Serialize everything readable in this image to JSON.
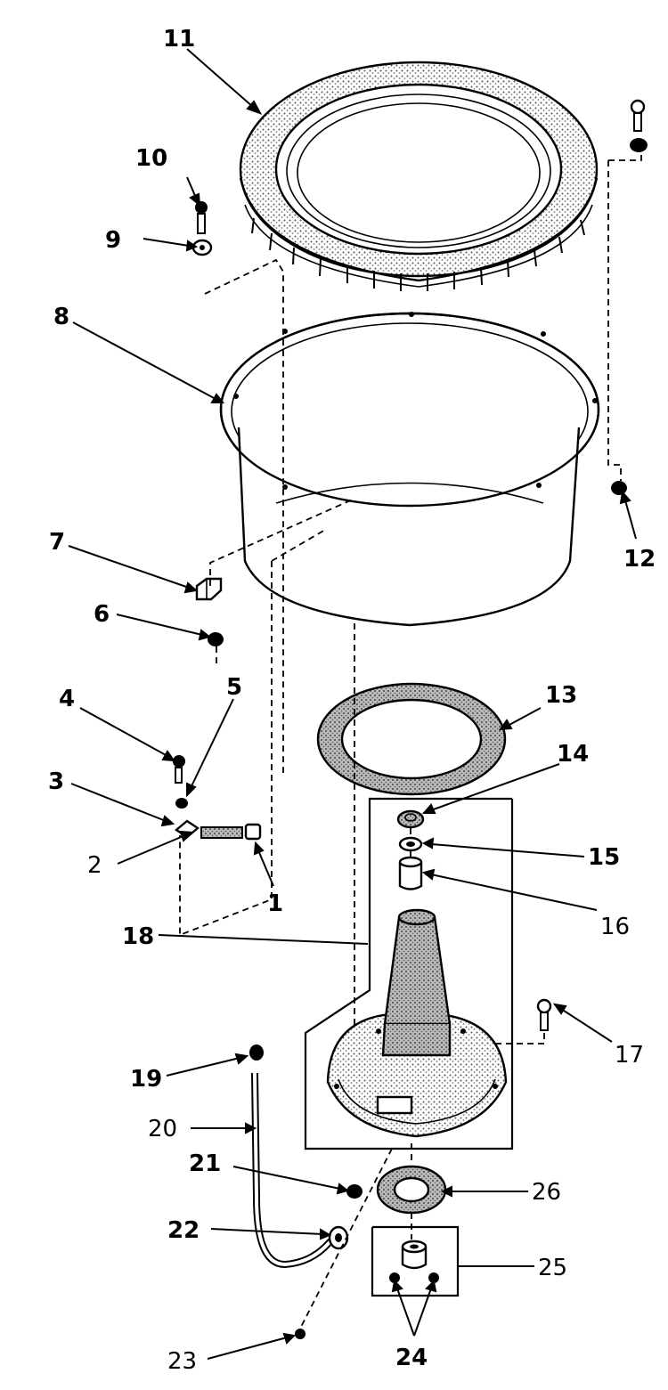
{
  "callouts": [
    {
      "id": "11",
      "text": "11"
    },
    {
      "id": "10",
      "text": "10"
    },
    {
      "id": "9",
      "text": "9"
    },
    {
      "id": "8",
      "text": "8"
    },
    {
      "id": "7",
      "text": "7"
    },
    {
      "id": "6",
      "text": "6"
    },
    {
      "id": "12",
      "text": "12"
    },
    {
      "id": "4",
      "text": "4"
    },
    {
      "id": "5",
      "text": "5"
    },
    {
      "id": "3",
      "text": "3"
    },
    {
      "id": "2",
      "text": "2"
    },
    {
      "id": "1",
      "text": "1"
    },
    {
      "id": "13",
      "text": "13"
    },
    {
      "id": "14",
      "text": "14"
    },
    {
      "id": "15",
      "text": "15"
    },
    {
      "id": "16",
      "text": "16"
    },
    {
      "id": "18",
      "text": "18"
    },
    {
      "id": "17",
      "text": "17"
    },
    {
      "id": "19",
      "text": "19"
    },
    {
      "id": "20",
      "text": "20"
    },
    {
      "id": "21",
      "text": "21"
    },
    {
      "id": "26",
      "text": "26"
    },
    {
      "id": "22",
      "text": "22"
    },
    {
      "id": "25",
      "text": "25"
    },
    {
      "id": "23",
      "text": "23"
    },
    {
      "id": "24",
      "text": "24"
    }
  ]
}
